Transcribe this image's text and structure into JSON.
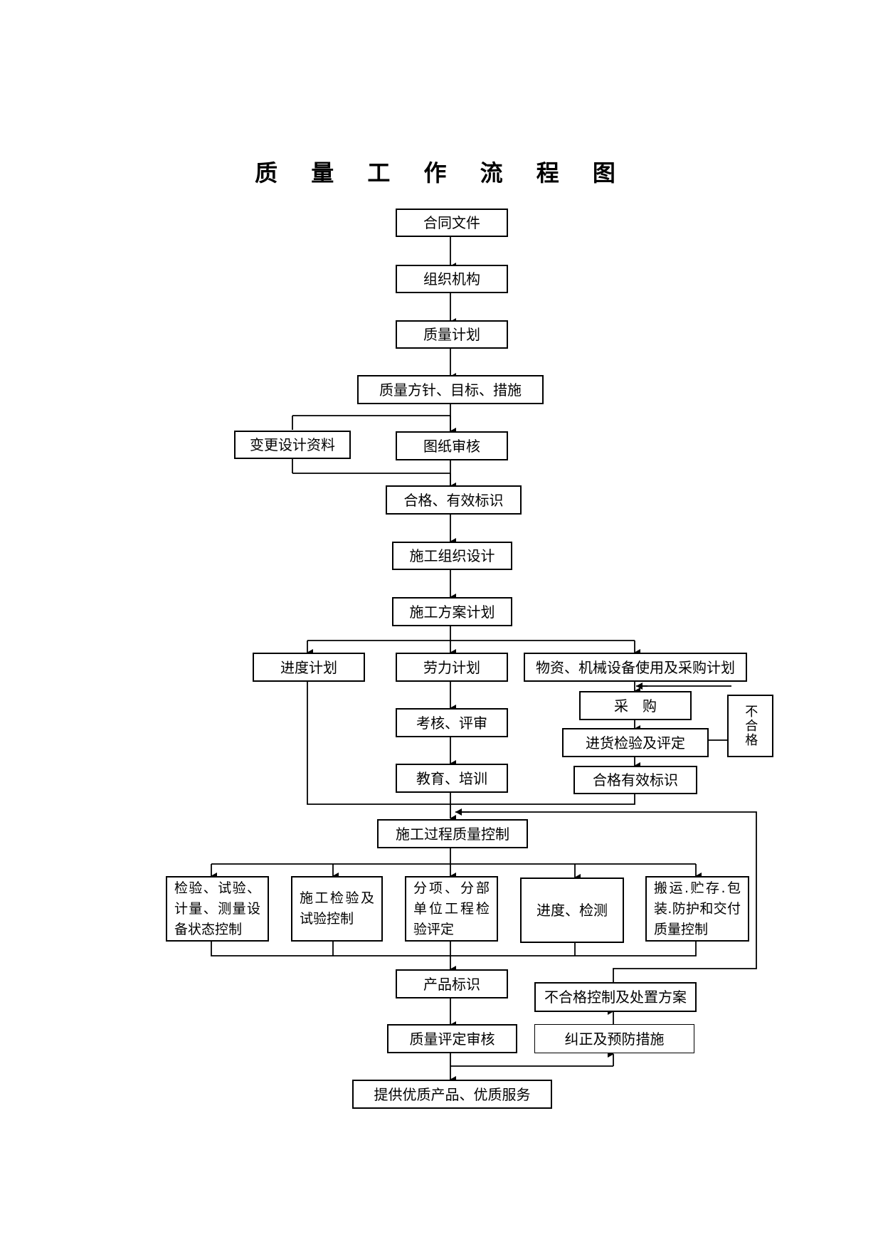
{
  "title": "质 量 工 作 流 程 图",
  "nodes": {
    "contract": "合同文件",
    "org": "组织机构",
    "quality_plan": "质量计划",
    "policy": "质量方针、目标、措施",
    "design_change": "变更设计资料",
    "drawing_review": "图纸审核",
    "qualified_mark": "合格、有效标识",
    "construction_design": "施工组织设计",
    "construction_plan": "施工方案计划",
    "schedule_plan": "进度计划",
    "labor_plan": "劳力计划",
    "material_plan": "物资、机械设备使用及采购计划",
    "purchase": "采　购",
    "incoming_inspection": "进货检验及评定",
    "unqualified_vertical": "不合格",
    "qualified_mark2": "合格有效标识",
    "assessment": "考核、评审",
    "training": "教育、培训",
    "process_control": "施工过程质量控制",
    "equipment_control": "检验、试验、计量、测量设备状态控制",
    "inspection_test": "施工检验及试验控制",
    "sub_item_eval": "分项、分部单位工程检验评定",
    "progress_check": "进度、检测",
    "handling_control": "搬运.贮存.包装.防护和交付质量控制",
    "product_mark": "产品标识",
    "unqualified_control": "不合格控制及处置方案",
    "quality_review": "质量评定审核",
    "corrective": "纠正及预防措施",
    "deliver": "提供优质产品、优质服务"
  }
}
